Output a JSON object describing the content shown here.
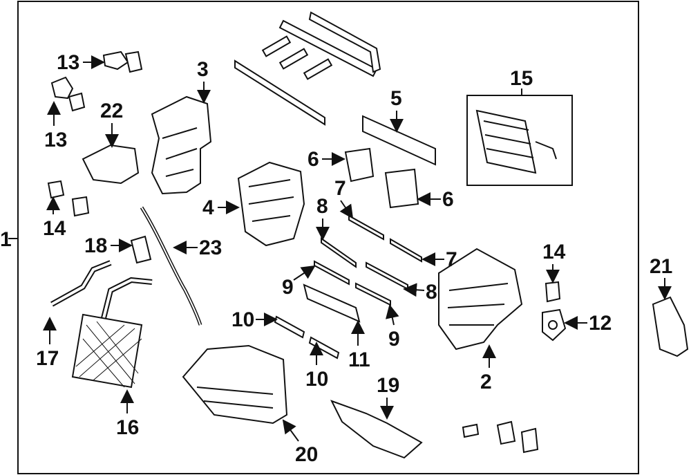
{
  "diagram": {
    "frame_label": "1",
    "callouts": [
      "2",
      "3",
      "4",
      "5",
      "6",
      "6",
      "7",
      "7",
      "8",
      "8",
      "9",
      "9",
      "10",
      "10",
      "11",
      "12",
      "13",
      "13",
      "14",
      "14",
      "15",
      "16",
      "17",
      "18",
      "19",
      "20",
      "21",
      "22",
      "23"
    ]
  },
  "icons": {
    "part_style": "line-drawing",
    "arrow": "leader-arrow-icon"
  },
  "colors": {
    "ink": "#111111",
    "background": "#ffffff"
  }
}
